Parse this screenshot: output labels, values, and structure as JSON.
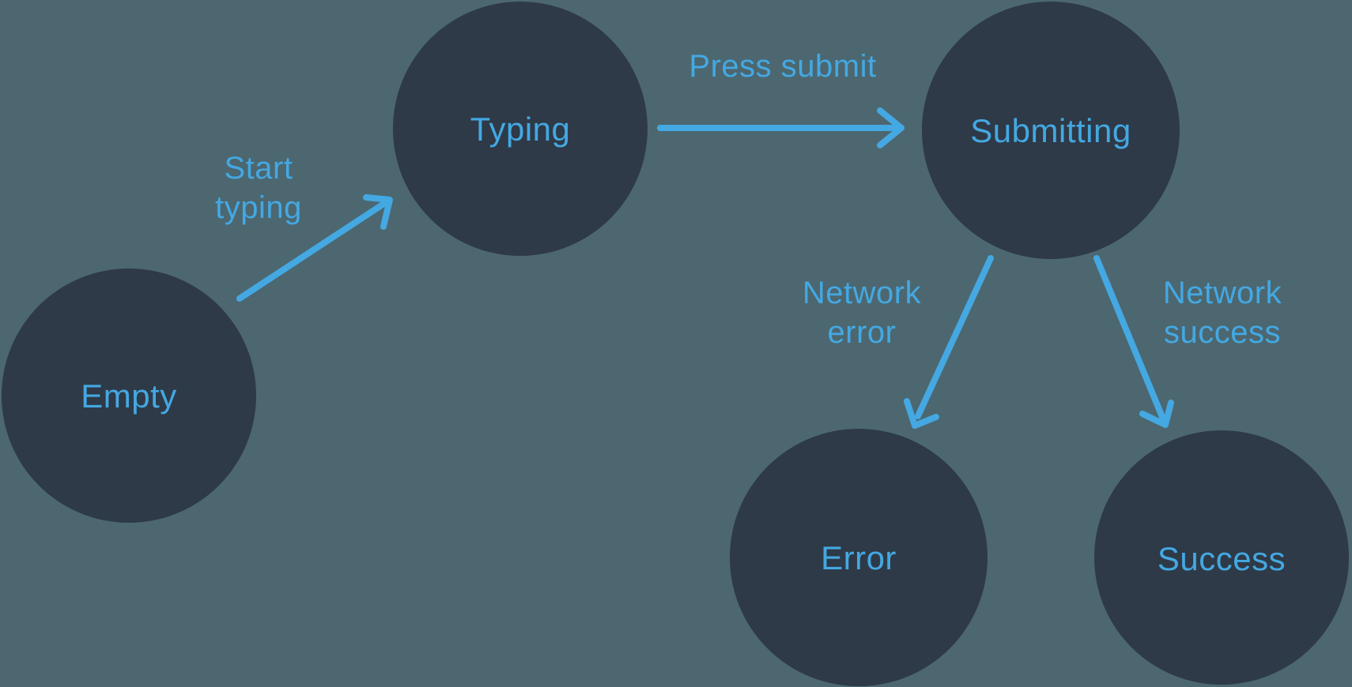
{
  "colors": {
    "background": "#4C6770",
    "node": "#2E3A47",
    "accent": "#44A8E2"
  },
  "states": {
    "empty": {
      "label": "Empty"
    },
    "typing": {
      "label": "Typing"
    },
    "submitting": {
      "label": "Submitting"
    },
    "error": {
      "label": "Error"
    },
    "success": {
      "label": "Success"
    }
  },
  "transitions": {
    "start_typing": {
      "lines": [
        "Start",
        "typing"
      ]
    },
    "press_submit": {
      "lines": [
        "Press submit"
      ]
    },
    "network_error": {
      "lines": [
        "Network",
        "error"
      ]
    },
    "network_success": {
      "lines": [
        "Network",
        "success"
      ]
    }
  }
}
